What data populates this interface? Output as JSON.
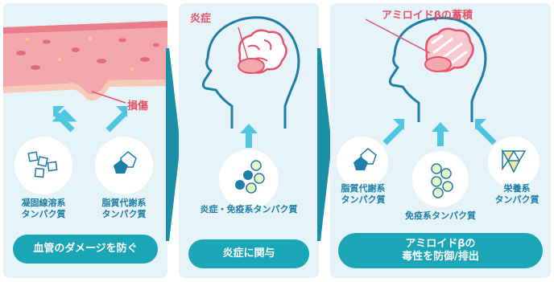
{
  "panel1": {
    "callout": "損傷",
    "items": [
      {
        "label": "凝固線溶系\nタンパク質",
        "icon": "squares-icon"
      },
      {
        "label": "脂質代謝系\nタンパク質",
        "icon": "pentagon-icon"
      }
    ],
    "pill": "血管のダメージを防ぐ"
  },
  "panel2": {
    "callout": "炎症",
    "item": {
      "label": "炎症・免疫系タンパク質",
      "icon": "molecule-icon"
    },
    "pill": "炎症に関与"
  },
  "panel3": {
    "callout": "アミロイドβの蓄積",
    "items": [
      {
        "label": "脂質代謝系\nタンパク質",
        "icon": "pentagon-icon"
      },
      {
        "label": "免疫系タンパク質",
        "icon": "molecule-icon"
      },
      {
        "label": "栄養系\nタンパク質",
        "icon": "triangles-icon"
      }
    ],
    "pill": "アミロイドβの\n毒性を防御/排出"
  },
  "colors": {
    "panel": "#e6f3f8",
    "accent": "#1aa6b7",
    "arrow": "#4fc6e0",
    "label": "#1d7ea8",
    "callout": "#e4536a",
    "vessel": "#f4a7ad",
    "chevron": "#1b8fa6"
  }
}
